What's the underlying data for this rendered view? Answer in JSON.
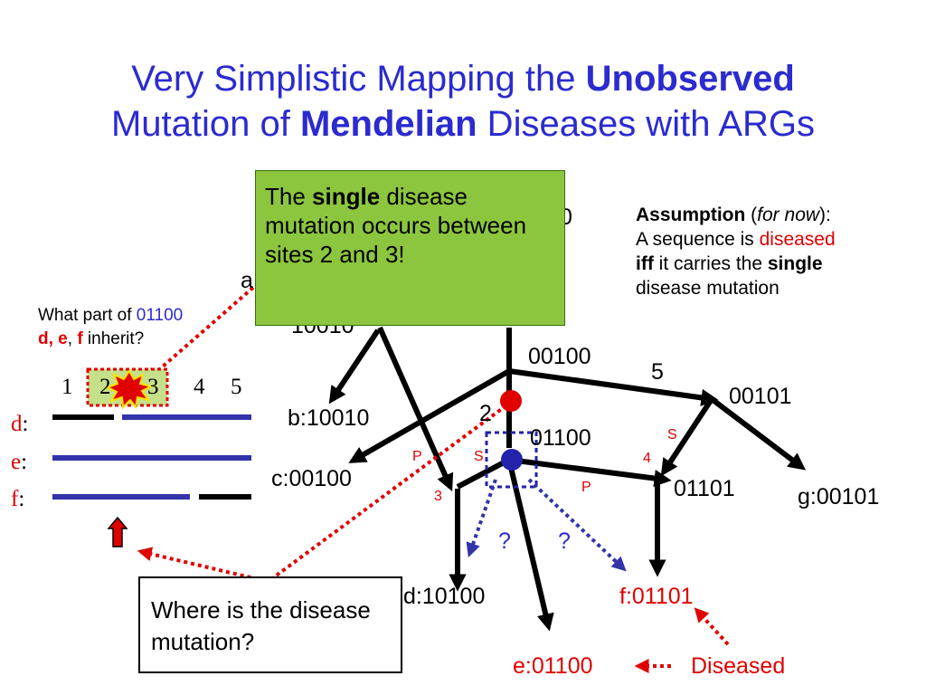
{
  "title": {
    "line1_pre": "Very Simplistic Mapping the ",
    "line1_bold": "Unobserved",
    "line2_pre": "Mutation of ",
    "line2_bold": "Mendelian",
    "line2_post": " Diseases with ARGs"
  },
  "callout": {
    "pre": "The ",
    "bold": "single",
    "post": " disease mutation occurs between sites 2 and 3!"
  },
  "assumption": {
    "label": "Assumption",
    "paren_open": " (",
    "for_now": "for now",
    "paren_close": "):",
    "line2_pre": "A sequence is ",
    "diseased": "diseased",
    "iff": "iff",
    "line3_mid": " it carries the ",
    "single": "single",
    "line4": "disease mutation"
  },
  "question": {
    "pre": "What part of ",
    "seq": "01100",
    "d": "d,",
    "e": "e",
    "comma": ", ",
    "f": "f",
    "post": " inherit?"
  },
  "sites": [
    "1",
    "2",
    "3",
    "4",
    "5"
  ],
  "seq_labels": {
    "d": "d",
    "e": "e",
    "f": "f",
    "colon": ":"
  },
  "nodes": {
    "partial_a": "a",
    "top_left": "10010",
    "top_right": "0",
    "mid": "00100",
    "right": "00101",
    "blue": "01100",
    "right_low": "01101",
    "b": "b:10010",
    "c": "c:00100",
    "d": "d:10100",
    "e": "e:01100",
    "f": "f:01101",
    "g": "g:00101"
  },
  "edge_labels": {
    "five": "5",
    "two": "2",
    "P_left": "P",
    "S_left": "S",
    "three": "3",
    "S_right": "S",
    "four": "4",
    "P_right": "P",
    "q1": "?",
    "q2": "?"
  },
  "where_box": "Where is the disease mutation?",
  "diseased_label": "Diseased",
  "colors": {
    "title_blue": "#2b2bcf",
    "callout_green": "#8cc63f",
    "red": "#e00000",
    "bar_blue": "#3333aa"
  }
}
